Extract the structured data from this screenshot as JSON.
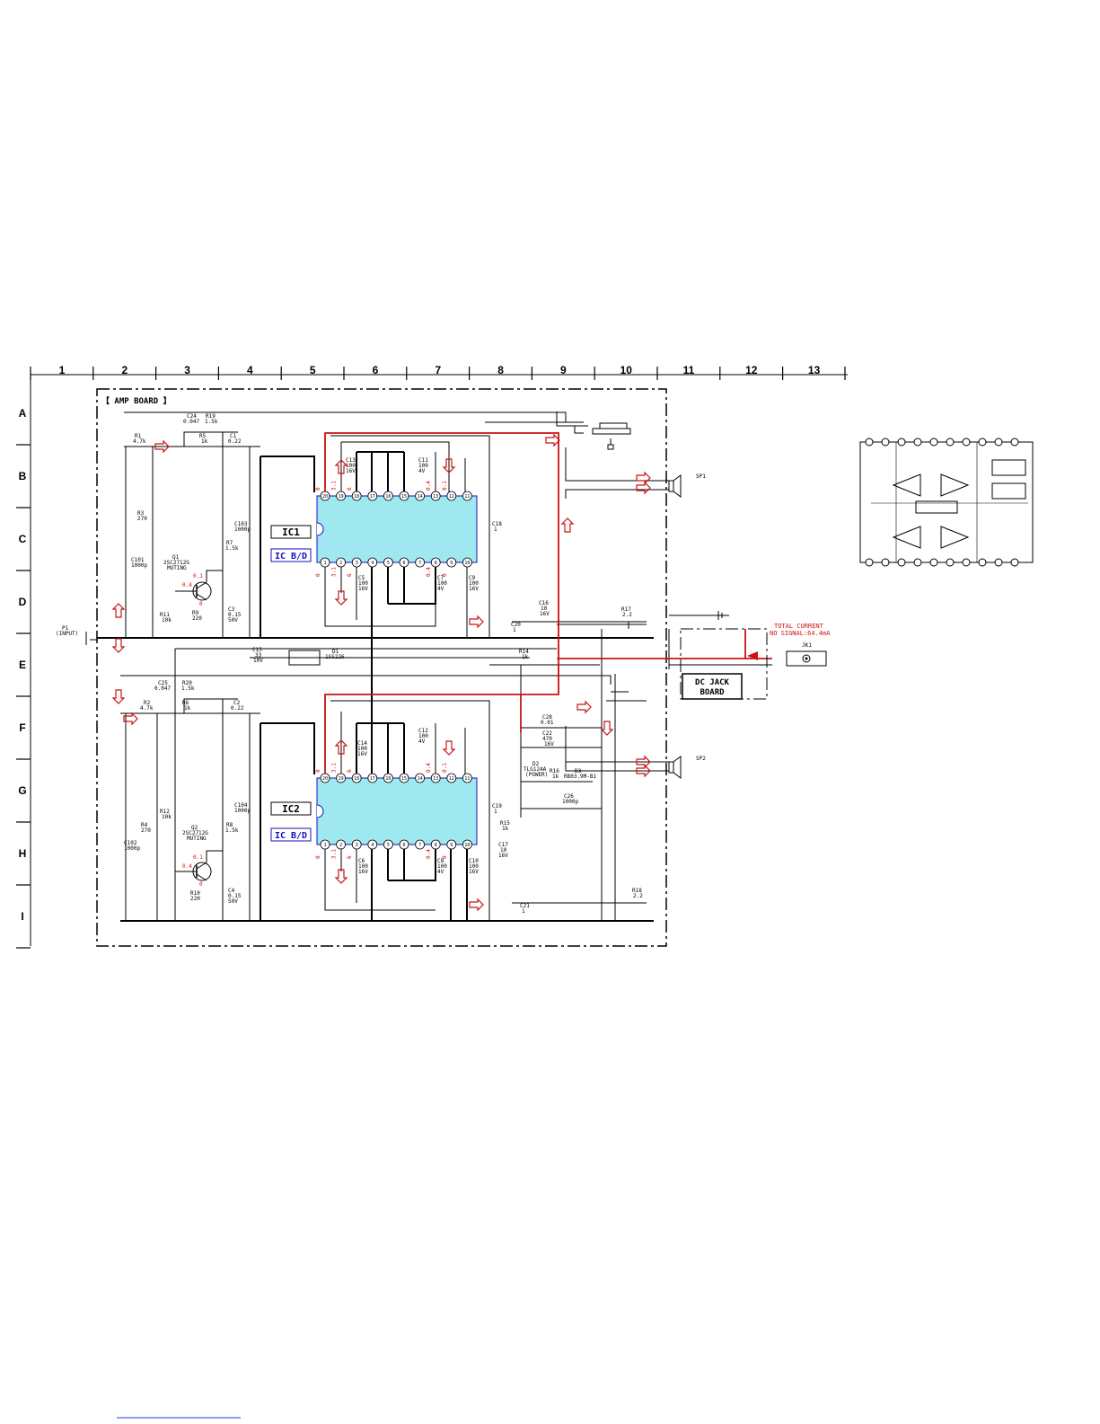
{
  "grid": {
    "columns": [
      "1",
      "2",
      "3",
      "4",
      "5",
      "6",
      "7",
      "8",
      "9",
      "10",
      "11",
      "12",
      "13"
    ],
    "rows": [
      "A",
      "B",
      "C",
      "D",
      "E",
      "F",
      "G",
      "H",
      "I"
    ]
  },
  "boards": {
    "amp": "【 AMP BOARD 】",
    "dcjack_line1": "DC JACK",
    "dcjack_line2": "BOARD"
  },
  "ics": {
    "ic1": "IC1",
    "ic1_sub": "IC B/D",
    "ic2": "IC2",
    "ic2_sub": "IC B/D",
    "pins_top": [
      "20",
      "19",
      "18",
      "17",
      "16",
      "15",
      "14",
      "13",
      "12",
      "11"
    ],
    "pins_bottom": [
      "1",
      "2",
      "3",
      "4",
      "5",
      "6",
      "7",
      "8",
      "9",
      "10"
    ]
  },
  "components": {
    "r1": [
      "R1",
      "4.7k"
    ],
    "c24": [
      "C24",
      "0.047"
    ],
    "r19": [
      "R19",
      "1.5k"
    ],
    "r5": [
      "R5",
      "1k"
    ],
    "c1": [
      "C1",
      "0.22"
    ],
    "r3": [
      "R3",
      "270"
    ],
    "c101": [
      "C101",
      "1000p"
    ],
    "c103": [
      "C103",
      "1000p"
    ],
    "q1": [
      "Q1",
      "2SC2712G",
      "MUTING"
    ],
    "r7": [
      "R7",
      "1.5k"
    ],
    "r11": [
      "R11",
      "10k"
    ],
    "r9": [
      "R9",
      "220"
    ],
    "c3": [
      "C3",
      "0.15",
      "50V"
    ],
    "c15": [
      "C15",
      "33",
      "10V"
    ],
    "d1": [
      "D1",
      "1SS226"
    ],
    "c13": [
      "C13",
      "100",
      "16V"
    ],
    "c11": [
      "C11",
      "100",
      "4V"
    ],
    "c5": [
      "C5",
      "100",
      "16V"
    ],
    "c7": [
      "C7",
      "100",
      "4V"
    ],
    "c9": [
      "C9",
      "100",
      "16V"
    ],
    "c18": [
      "C18",
      "1"
    ],
    "c16": [
      "C16",
      "10",
      "16V"
    ],
    "c20": [
      "C20",
      "1"
    ],
    "r17": [
      "R17",
      "2.2"
    ],
    "r14": [
      "R14",
      "1k"
    ],
    "p1": [
      "P1",
      "(INPUT)"
    ],
    "c25": [
      "C25",
      "0.047"
    ],
    "r20": [
      "R20",
      "1.5k"
    ],
    "r2": [
      "R2",
      "4.7k"
    ],
    "r6": [
      "R6",
      "1k"
    ],
    "c2": [
      "C2",
      "0.22"
    ],
    "r12": [
      "R12",
      "10k"
    ],
    "r4": [
      "R4",
      "270"
    ],
    "c102": [
      "C102",
      "1000p"
    ],
    "c104": [
      "C104",
      "1000p"
    ],
    "q2": [
      "Q2",
      "2SC2712G",
      "MUTING"
    ],
    "r8": [
      "R8",
      "1.5k"
    ],
    "r10": [
      "R10",
      "220"
    ],
    "c4": [
      "C4",
      "0.15",
      "50V"
    ],
    "c14": [
      "C14",
      "100",
      "16V"
    ],
    "c12": [
      "C12",
      "100",
      "4V"
    ],
    "c6": [
      "C6",
      "100",
      "16V"
    ],
    "c8": [
      "C8",
      "100",
      "4V"
    ],
    "c10": [
      "C10",
      "100",
      "16V"
    ],
    "c19": [
      "C19",
      "1"
    ],
    "c17": [
      "C17",
      "10",
      "16V"
    ],
    "r15": [
      "R15",
      "1k"
    ],
    "c21": [
      "C21",
      "1"
    ],
    "r18": [
      "R18",
      "2.2"
    ],
    "c28": [
      "C28",
      "0.01"
    ],
    "c22": [
      "C22",
      "470",
      "16V"
    ],
    "d2": [
      "D2",
      "TLG124A",
      "(POWER)"
    ],
    "r16": [
      "R16",
      "1k"
    ],
    "d3": [
      "D3",
      "RB03.9M-B1"
    ],
    "c26": [
      "C26",
      "1000p"
    ],
    "sp1": "SP1",
    "sp2": "SP2",
    "jk1": "JK1"
  },
  "voltages": {
    "q1_b": "0.4",
    "q1_c": "0.1",
    "q1_e": "0",
    "q2_b": "0.4",
    "q2_c": "0.1",
    "q2_e": "0",
    "ic_top": [
      "0",
      "3.1",
      "6",
      "",
      "",
      "",
      "",
      "0.4",
      "0.1",
      ""
    ],
    "ic_bottom": [
      "0",
      "3.1",
      "6",
      "",
      "",
      "",
      "",
      "0.4",
      "0",
      ""
    ]
  },
  "notes": {
    "total_current_1": "TOTAL CURRENT",
    "total_current_2": "NO SIGNAL:64.4mA"
  },
  "colors": {
    "ic_fill": "#9fe8f0",
    "ic_border": "#1010c0",
    "signal_red": "#c81414"
  }
}
